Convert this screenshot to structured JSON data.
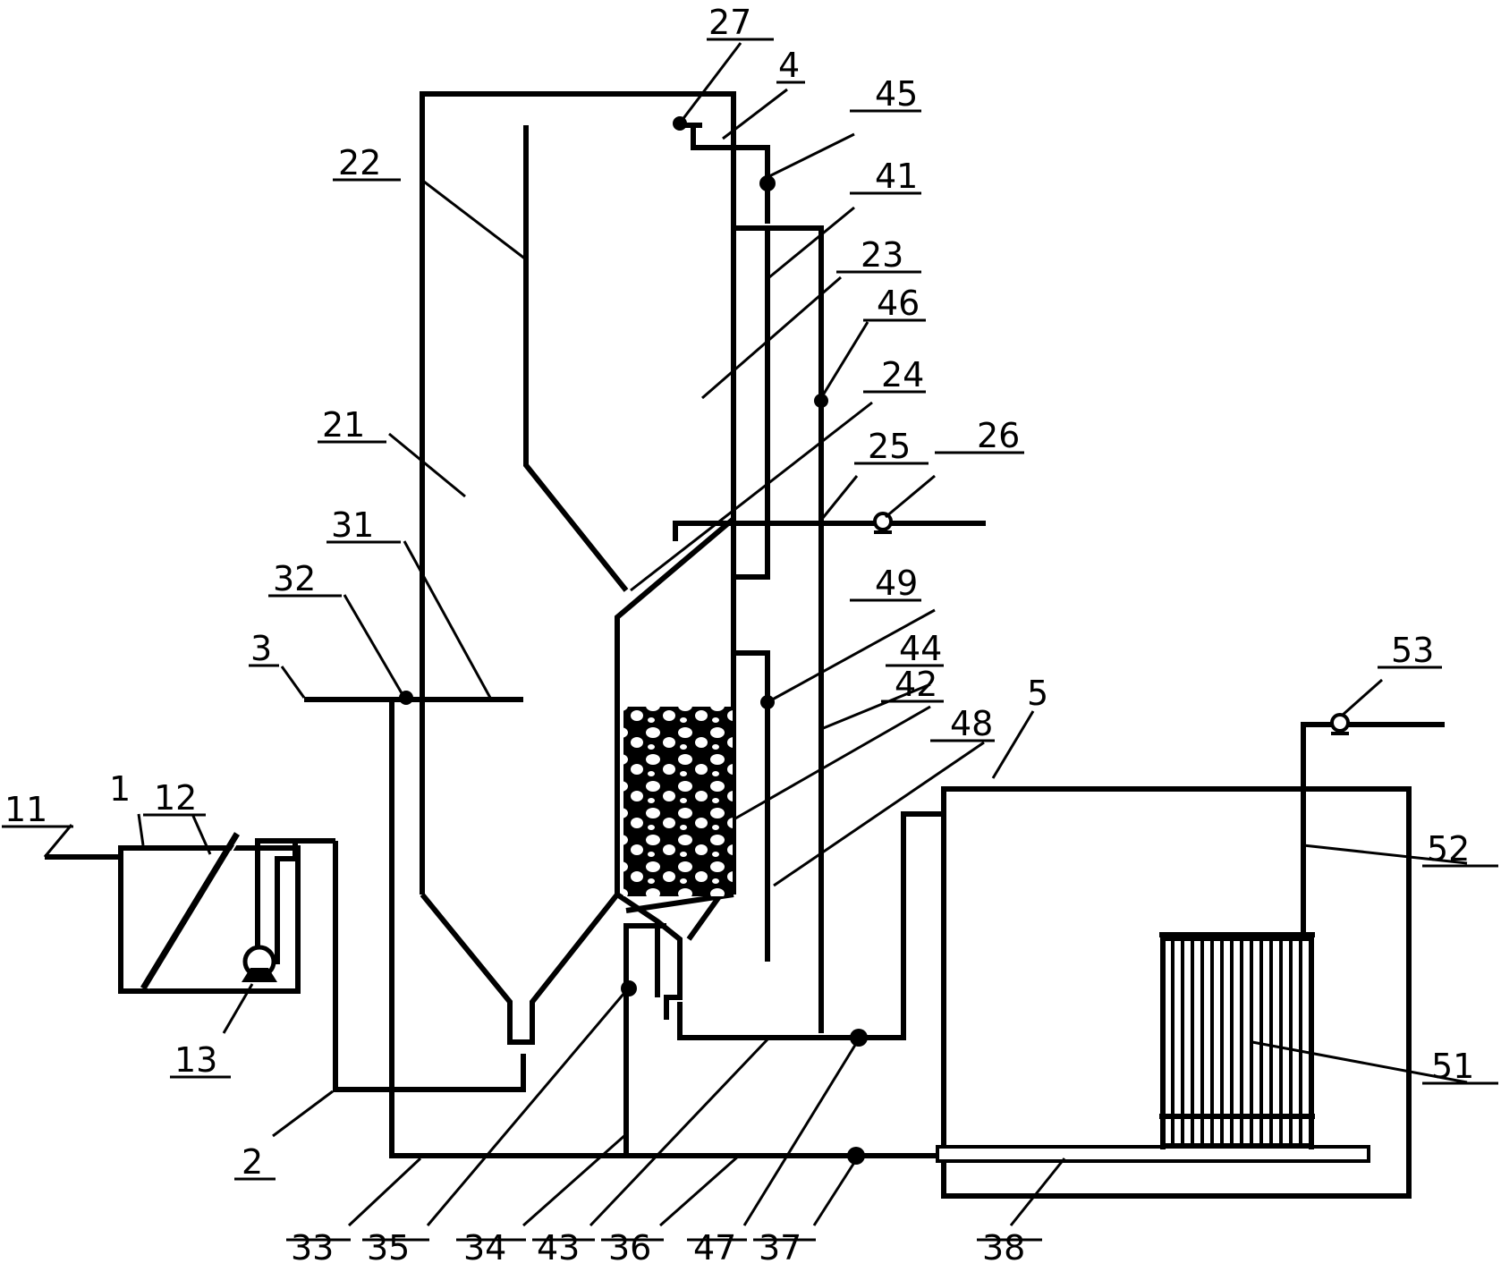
{
  "labels": {
    "l1": "1",
    "l2": "2",
    "l3": "3",
    "l4": "4",
    "l5": "5",
    "l11": "11",
    "l12": "12",
    "l13": "13",
    "l21": "21",
    "l22": "22",
    "l23": "23",
    "l24": "24",
    "l25": "25",
    "l26": "26",
    "l27": "27",
    "l31": "31",
    "l32": "32",
    "l33": "33",
    "l34": "34",
    "l35": "35",
    "l36": "36",
    "l37": "37",
    "l38": "38",
    "l41": "41",
    "l42": "42",
    "l43": "43",
    "l44": "44",
    "l45": "45",
    "l46": "46",
    "l47": "47",
    "l48": "48",
    "l49": "49",
    "l51": "51",
    "l52": "52",
    "l53": "53"
  }
}
